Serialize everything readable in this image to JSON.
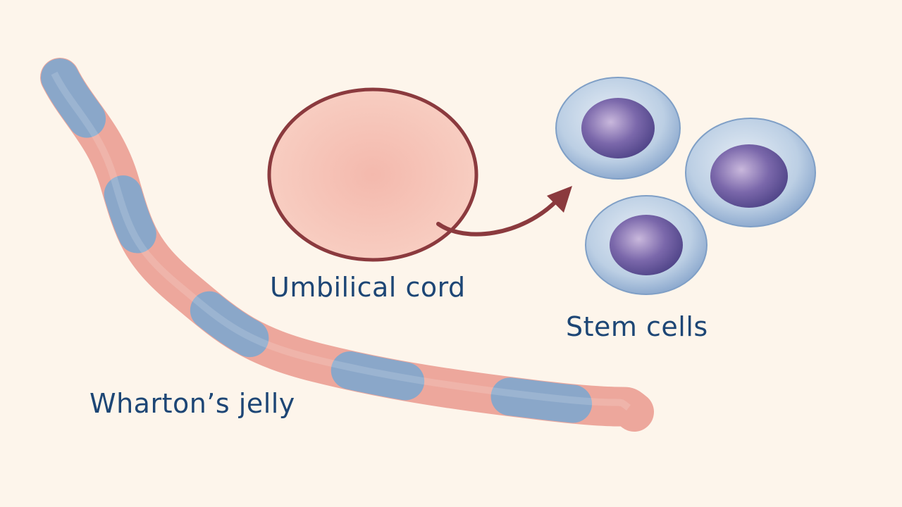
{
  "labels": {
    "umbilical_cord": "Umbilical cord",
    "stem_cells": "Stem cells",
    "whartons_jelly": "Wharton’s jelly"
  },
  "colors": {
    "background": "#fdf5eb",
    "text": "#1d4675",
    "cord_pink": "#eda79c",
    "cord_blue": "#8aa7c9",
    "cross_section_fill": "#f6c6ba",
    "cross_section_outline": "#8b3a3e",
    "arrow": "#8b3a3e",
    "cell_cytoplasm": "#b9cde3",
    "cell_nucleus": "#6f5ea3"
  }
}
